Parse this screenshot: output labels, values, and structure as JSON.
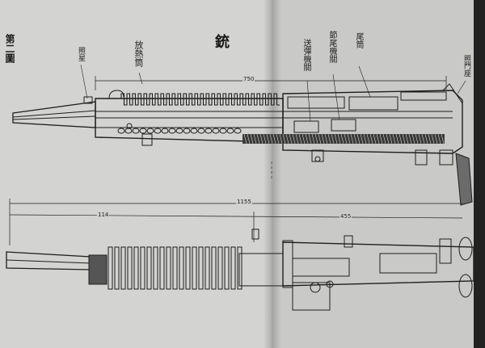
{
  "figure": {
    "label": "第二圖",
    "title": "銃"
  },
  "callouts": {
    "front_sight": "照星",
    "cooling_fins": "放熱筒",
    "selector": "送彈機關",
    "buffer": "節尾機關",
    "tail_tube": "尾筒",
    "rear_sight": "照門座"
  },
  "dimensions": {
    "barrel_length": "750",
    "overall_length": "1155",
    "front_section": "114",
    "rear_section": "455"
  },
  "colors": {
    "paper_left": "#d3d3d1",
    "paper_right": "#c9c9c7",
    "ink": "#1e1e1e"
  }
}
